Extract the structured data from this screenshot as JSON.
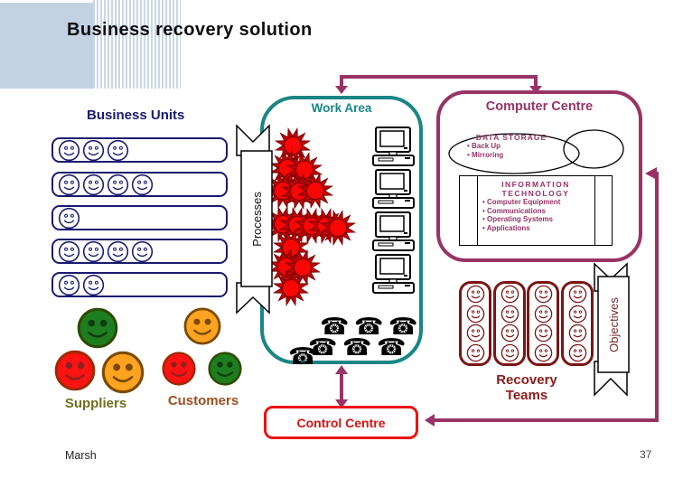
{
  "slide": {
    "title": "Business recovery solution",
    "footer": "Marsh",
    "page_number": "37"
  },
  "business_units": {
    "label": "Business Units",
    "unit_member_counts": [
      3,
      4,
      1,
      4,
      2
    ]
  },
  "banners": {
    "processes": "Processes",
    "objectives": "Objectives"
  },
  "work_area": {
    "label": "Work Area",
    "computer_count": 4,
    "phone_count": 7,
    "incident_count": 15
  },
  "computer_centre": {
    "label": "Computer Centre",
    "data_storage": {
      "title": "DATA STORAGE",
      "bullets": [
        "Back Up",
        "Mirroring"
      ]
    },
    "information_technology": {
      "title_line1": "INFORMATION",
      "title_line2": "TECHNOLOGY",
      "bullets": [
        "Computer Equipment",
        "Communications",
        "Operating Systems",
        "Applications"
      ]
    }
  },
  "control_centre": {
    "label": "Control Centre"
  },
  "recovery_teams": {
    "label_line1": "Recovery",
    "label_line2": "Teams",
    "team_count": 4,
    "members_per_team": 4
  },
  "suppliers": {
    "label": "Suppliers",
    "face_colors": [
      "green",
      "red",
      "orange"
    ]
  },
  "customers": {
    "label": "Customers",
    "face_colors": [
      "orange",
      "red",
      "green"
    ]
  },
  "colors": {
    "connector_purple": "#993366",
    "work_area_teal": "#1a8585",
    "business_unit_navy": "#1a1a70",
    "control_red": "#ee1111",
    "recovery_dark_red": "#7b1414",
    "suppliers_text": "#6e6e1e",
    "customers_text": "#9a4f22",
    "incident_red": "#ff0505"
  }
}
